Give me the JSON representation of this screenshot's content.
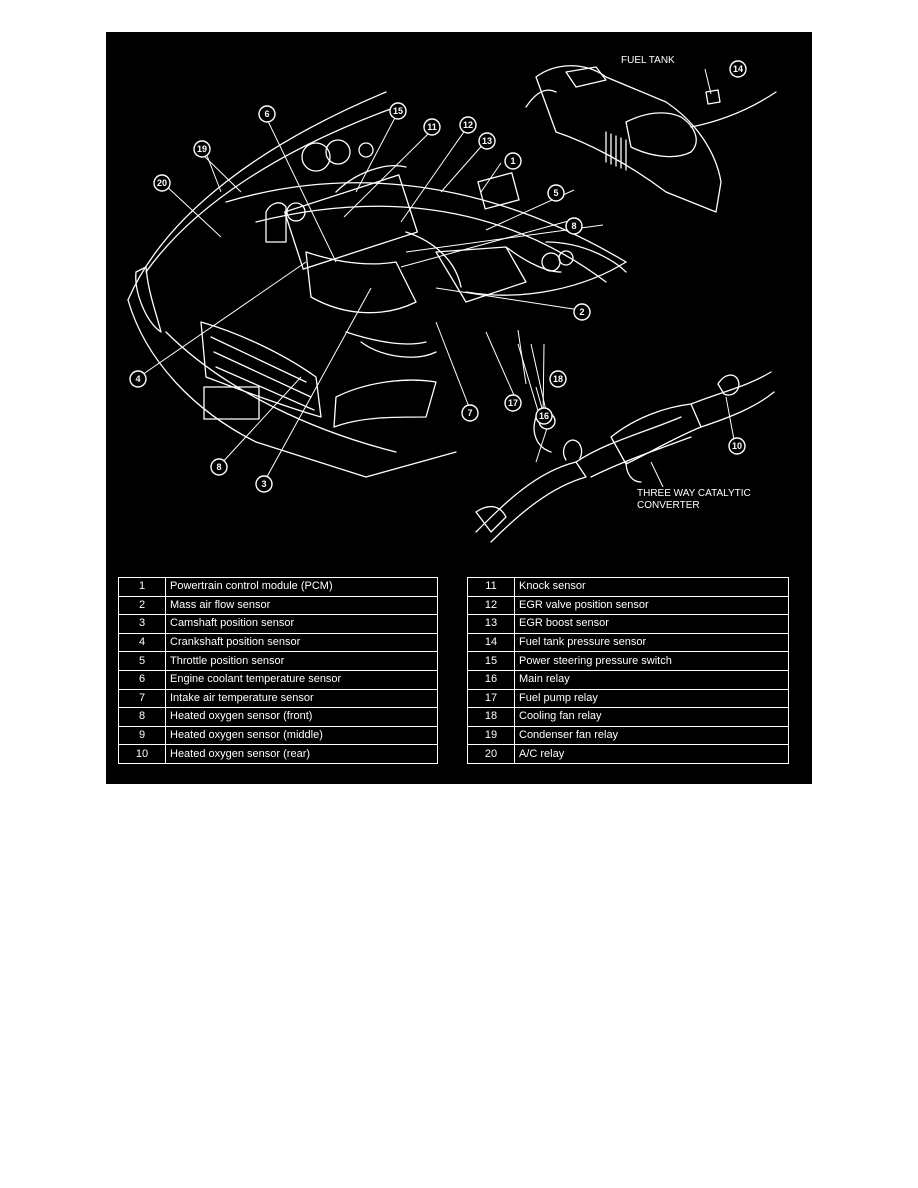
{
  "diagram": {
    "callouts": [
      "1",
      "2",
      "3",
      "4",
      "5",
      "6",
      "7",
      "8",
      "9",
      "10",
      "11",
      "12",
      "13",
      "14",
      "15",
      "16",
      "17",
      "18",
      "19",
      "20"
    ],
    "callout_8_second": "8",
    "labels": {
      "fuel_tank": "FUEL TANK",
      "converter_line1": "THREE WAY CATALYTIC",
      "converter_line2": "CONVERTER"
    }
  },
  "legend_left": [
    {
      "num": "1",
      "name": "Powertrain control module (PCM)"
    },
    {
      "num": "2",
      "name": "Mass air flow sensor"
    },
    {
      "num": "3",
      "name": "Camshaft position sensor"
    },
    {
      "num": "4",
      "name": "Crankshaft position sensor"
    },
    {
      "num": "5",
      "name": "Throttle position sensor"
    },
    {
      "num": "6",
      "name": "Engine coolant temperature sensor"
    },
    {
      "num": "7",
      "name": "Intake air temperature sensor"
    },
    {
      "num": "8",
      "name": "Heated oxygen sensor (front)"
    },
    {
      "num": "9",
      "name": "Heated oxygen sensor (middle)"
    },
    {
      "num": "10",
      "name": "Heated oxygen sensor (rear)"
    }
  ],
  "legend_right": [
    {
      "num": "11",
      "name": "Knock sensor"
    },
    {
      "num": "12",
      "name": "EGR valve position sensor"
    },
    {
      "num": "13",
      "name": "EGR boost sensor"
    },
    {
      "num": "14",
      "name": "Fuel tank pressure sensor"
    },
    {
      "num": "15",
      "name": "Power steering pressure switch"
    },
    {
      "num": "16",
      "name": "Main relay"
    },
    {
      "num": "17",
      "name": "Fuel pump relay"
    },
    {
      "num": "18",
      "name": "Cooling fan relay"
    },
    {
      "num": "19",
      "name": "Condenser fan relay"
    },
    {
      "num": "20",
      "name": "A/C relay"
    }
  ]
}
